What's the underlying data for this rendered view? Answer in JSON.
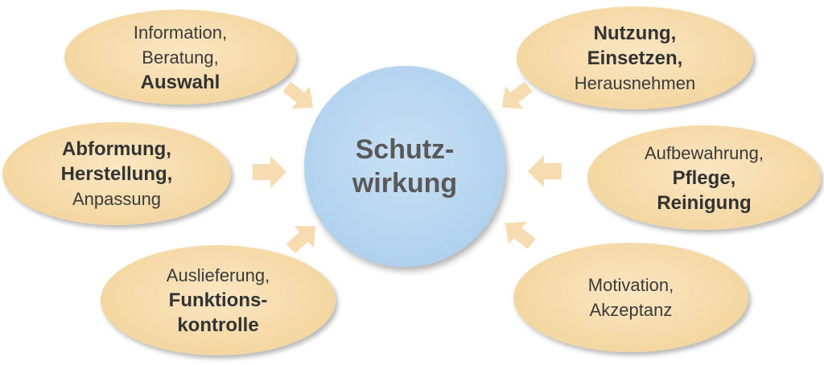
{
  "center": {
    "lines": [
      "Schutz-",
      "wirkung"
    ]
  },
  "bubbles": [
    {
      "lines": [
        {
          "text": "Information,",
          "bold": false
        },
        {
          "text": "Beratung,",
          "bold": false
        },
        {
          "text": "Auswahl",
          "bold": true
        }
      ]
    },
    {
      "lines": [
        {
          "text": "Abformung,",
          "bold": true
        },
        {
          "text": "Herstellung,",
          "bold": true
        },
        {
          "text": "Anpassung",
          "bold": false
        }
      ]
    },
    {
      "lines": [
        {
          "text": "Auslieferung,",
          "bold": false
        },
        {
          "text": "Funktions-",
          "bold": true
        },
        {
          "text": "kontrolle",
          "bold": true
        }
      ]
    },
    {
      "lines": [
        {
          "text": "Nutzung,",
          "bold": true
        },
        {
          "text": "Einsetzen,",
          "bold": true
        },
        {
          "text": "Herausnehmen",
          "bold": false
        }
      ]
    },
    {
      "lines": [
        {
          "text": "Aufbewahrung,",
          "bold": false
        },
        {
          "text": "Pflege,",
          "bold": true
        },
        {
          "text": "Reinigung",
          "bold": true
        }
      ]
    },
    {
      "lines": [
        {
          "text": "Motivation,",
          "bold": false
        },
        {
          "text": "Akzeptanz",
          "bold": false
        }
      ]
    }
  ],
  "colors": {
    "bubble_fill": "#f5d9a6",
    "center_fill": "#b4d4ef",
    "arrow_fill": "#f6dcb0",
    "text": "#3a3a3a"
  }
}
